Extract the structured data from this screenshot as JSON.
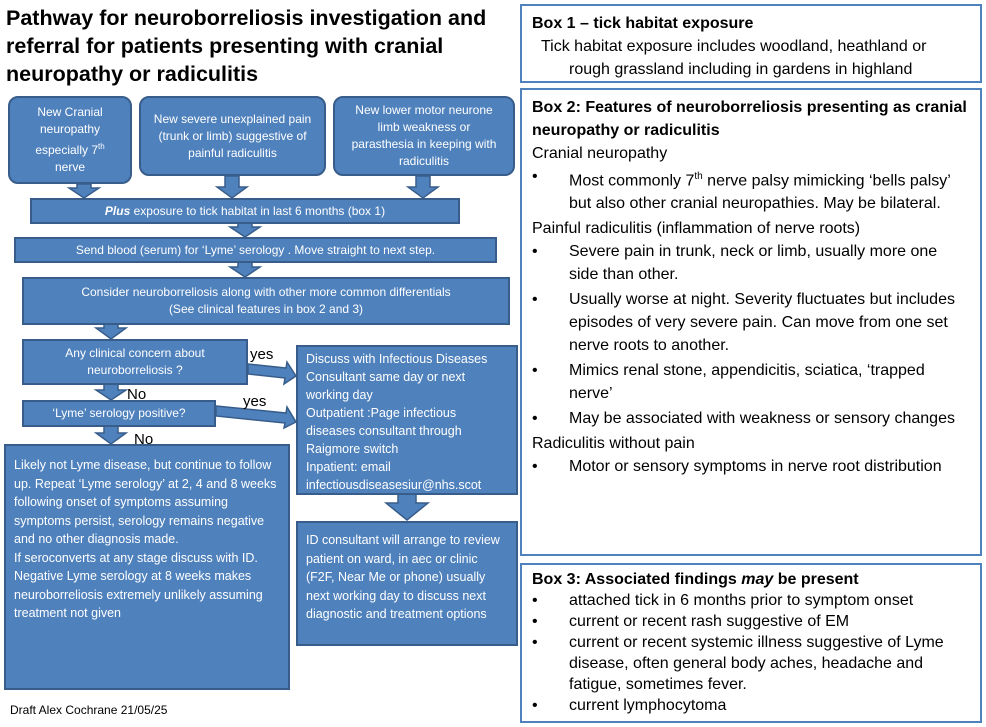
{
  "title": "Pathway for neuroborreliosis investigation and referral for patients presenting with cranial neuropathy or radiculitis",
  "flow": {
    "box_cranial": {
      "line1": "New Cranial",
      "line2": "neuropathy",
      "line3": "especially 7",
      "sup": "th",
      "line4": "nerve"
    },
    "box_pain": "New severe unexplained pain (trunk or limb) suggestive of painful radiculitis",
    "box_motor": "New lower motor neurone limb weakness or parasthesia in keeping with radiculitis",
    "exposure_plus": "Plus",
    "exposure_rest": " exposure to tick habitat in last 6 months (box 1)",
    "send_blood": "Send blood (serum) for ‘Lyme’ serology . Move straight to next step.",
    "consider_line1": "Consider neuroborreliosis along with other more common differentials",
    "consider_line2": "(See clinical features in box 2 and 3)",
    "concern": "Any clinical concern about neuroborreliosis ?",
    "serology_positive": "‘Lyme’ serology positive?",
    "yes1": "yes",
    "yes2": "yes",
    "no1": "No",
    "no2": "No",
    "discuss": {
      "l1": "Discuss with  Infectious Diseases",
      "l2": "Consultant same day or next",
      "l3": "working day",
      "l4": "Outpatient :Page infectious",
      "l5": "diseases consultant through",
      "l6": "Raigmore switch",
      "l7": "Inpatient: email",
      "l8": "infectiousdiseasesiur@nhs.scot"
    },
    "id_consultant": "ID consultant will arrange to review patient on ward, in aec or clinic  (F2F, Near Me or phone) usually next working day to discuss next diagnostic and treatment options",
    "likely_not": {
      "p1": "Likely not Lyme disease, but continue to follow up. Repeat ‘Lyme serology’ at 2, 4 and 8 weeks following onset of symptoms assuming symptoms persist, serology remains negative and no other diagnosis made.",
      "p2": "If seroconverts at any stage discuss with ID.",
      "p3": "Negative Lyme serology at 8 weeks makes neuroborreliosis extremely unlikely assuming treatment not given"
    }
  },
  "box1": {
    "heading": "Box 1 – tick habitat exposure",
    "text": "Tick habitat exposure includes woodland, heathland or rough grassland including in gardens in highland"
  },
  "box2": {
    "heading": "Box 2: Features of neuroborreliosis presenting as cranial neuropathy or radiculitis",
    "sub1": "Cranial neuropathy",
    "b1_pre": "Most commonly 7",
    "b1_sup": "th",
    "b1_post": " nerve palsy mimicking ‘bells palsy’ but also other cranial neuropathies. May be bilateral.",
    "sub2": "Painful radiculitis (inflammation of nerve roots)",
    "b2": "Severe pain in trunk, neck or limb, usually more one side than other.",
    "b3": "Usually worse at night. Severity fluctuates but includes episodes of very severe pain. Can move from one set nerve roots to another.",
    "b4": "Mimics renal stone, appendicitis, sciatica, ‘trapped nerve’",
    "b5": "May be associated with weakness or sensory changes",
    "sub3": "Radiculitis without pain",
    "b6": "Motor or sensory symptoms in nerve root distribution"
  },
  "box3": {
    "heading_pre": "Box 3:  Associated findings ",
    "heading_em": "may",
    "heading_post": " be present",
    "b1": "attached tick in 6 months prior to symptom onset",
    "b2": "current or recent rash suggestive of EM",
    "b3": "current or recent systemic illness suggestive of Lyme disease, often general body aches, headache and fatigue, sometimes fever.",
    "b4": "current lymphocytoma"
  },
  "bullet": "•",
  "footer": "Draft Alex Cochrane 21/05/25",
  "colors": {
    "node_fill": "#4f81bd",
    "node_border": "#385d8a",
    "box_border": "#4f81bd"
  }
}
